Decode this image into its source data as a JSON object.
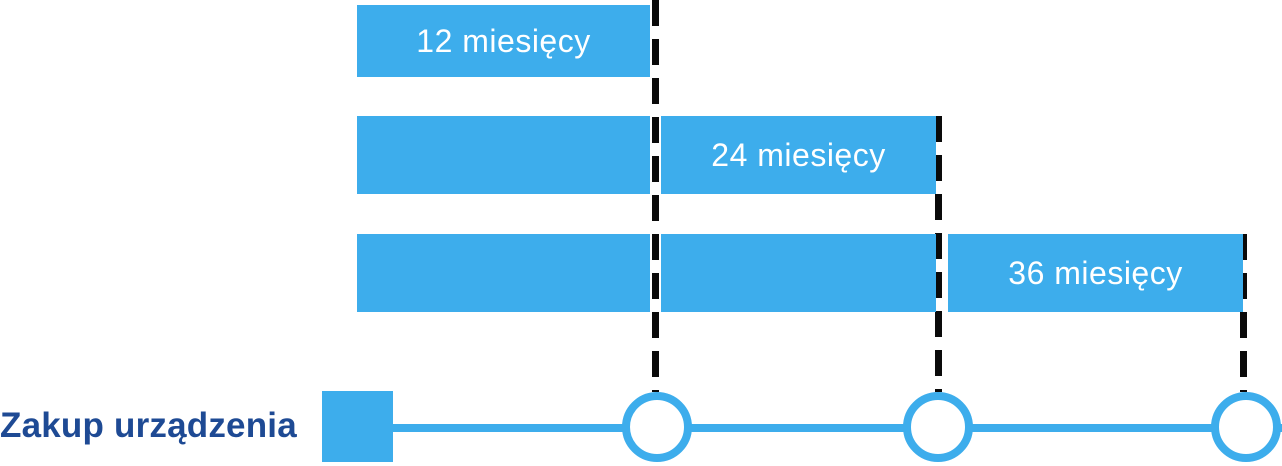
{
  "diagram": {
    "purchase_label": "Zakup urządzenia",
    "options": [
      {
        "label": "12 miesięcy",
        "months": 12,
        "segments": 1
      },
      {
        "label": "24 miesięcy",
        "months": 24,
        "segments": 2
      },
      {
        "label": "36 miesięcy",
        "months": 36,
        "segments": 3
      }
    ],
    "milestones_months": [
      12,
      24,
      36
    ],
    "colors": {
      "bar_blue": "#3DADEC",
      "navy": "#1E4A94",
      "connector": "#0A0A0A",
      "bar_text": "#FFFFFF"
    }
  }
}
